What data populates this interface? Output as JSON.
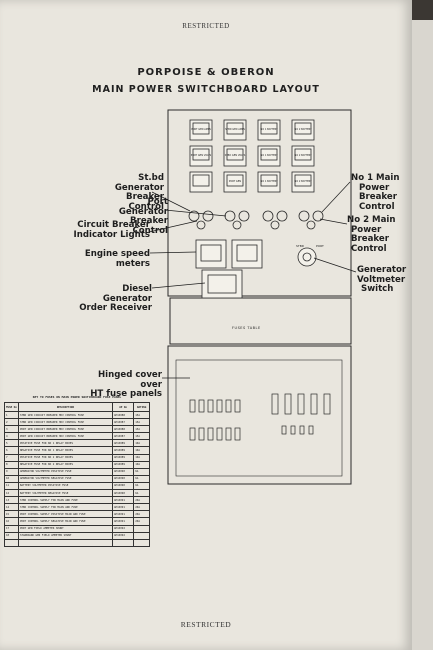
{
  "header": {
    "top": "RESTRICTED",
    "bottom": "RESTRICTED"
  },
  "title": {
    "line1": "PORPOISE & OBERON",
    "line2": "MAIN POWER SWITCHBOARD LAYOUT"
  },
  "labels": {
    "stbd_gen": [
      "St.bd Generator",
      "Breaker Control"
    ],
    "port_gen": [
      "Port Generator",
      "Breaker Control"
    ],
    "cb_lights": [
      "Circuit Breaker",
      "Indicator Lights"
    ],
    "engine_speed": [
      "Engine speed",
      "meters"
    ],
    "diesel_order": [
      "Diesel Generator",
      "Order Receiver"
    ],
    "hinged_cover": [
      "Hinged cover over",
      "HT fuse panels"
    ],
    "no1_main": [
      "No 1 Main",
      "Power",
      "Breaker",
      "Control"
    ],
    "no2_main": [
      "No 2 Main",
      "Power",
      "Breaker",
      "Control"
    ],
    "gen_voltmeter": [
      "Generator",
      "Voltmeter",
      "Switch"
    ]
  },
  "panel": {
    "meters": [
      [
        "PORT GEN AMPS",
        "STBD GEN AMPS",
        "NO 1 BATTERY",
        "NO 2 BATTERY"
      ],
      [
        "PORT GEN VOLTS",
        "STBD GEN VOLTS",
        "NO 1 BATTERY",
        "NO 2 BATTERY"
      ],
      [
        "",
        "PORT GEN",
        "NO 1 BATTERY",
        "NO 2 BATTERY"
      ]
    ],
    "fuses_label": "FUSES TABLE",
    "switch_labels": [
      "PORT",
      "STBD"
    ]
  },
  "fuse_table": {
    "caption": "KEY TO FUSES ON MAIN POWER SWITCHBOARD FUSE PANEL",
    "columns": [
      "FUSE No",
      "DESCRIPTION",
      "AP No",
      "RATING"
    ],
    "rows": [
      [
        "1",
        "STBD GEN CIRCUIT BREAKER MOV CONTROL FUSE",
        "AP10088",
        "15A"
      ],
      [
        "2",
        "STBD GEN CIRCUIT BREAKER HOV CONTROL FUSE",
        "AP10087",
        "15A"
      ],
      [
        "3",
        "PORT GEN CIRCUIT BREAKER MOV CONTROL FUSE",
        "AP10088",
        "15A"
      ],
      [
        "4",
        "PORT GEN CIRCUIT BREAKER HOV CONTROL FUSE",
        "AP10087",
        "15A"
      ],
      [
        "5",
        "POSITIVE FUSE FOR NO 1 RELAY BOXES",
        "AP10089",
        "10A"
      ],
      [
        "6",
        "NEGATIVE FUSE FOR NO 1 RELAY BOXES",
        "AP10089",
        "10A"
      ],
      [
        "7",
        "POSITIVE FUSE FOR NO 2 RELAY BOXES",
        "AP10089",
        "10A"
      ],
      [
        "8",
        "NEGATIVE FUSE FOR NO 2 RELAY BOXES",
        "AP10089",
        "10A"
      ],
      [
        "9",
        "GENERATOR VOLTMETER POSITIVE FUSE",
        "AP10090",
        "6A"
      ],
      [
        "10",
        "GENERATOR VOLTMETER NEGATIVE FUSE",
        "AP10090",
        "6A"
      ],
      [
        "11",
        "BATTERY VOLTMETER POSITIVE FUSE",
        "AP10090",
        "6A"
      ],
      [
        "12",
        "BATTERY VOLTMETER NEGATIVE FUSE",
        "AP10090",
        "6A"
      ],
      [
        "13",
        "STBD CONTROL SUPPLY FOR MAIN AND FUSE",
        "AP10091",
        "20A"
      ],
      [
        "14",
        "STBD CONTROL SUPPLY FOR MAIN AND FUSE",
        "AP10091",
        "20A"
      ],
      [
        "15",
        "PORT CONTROL SUPPLY POSITIVE MAIN AND FUSE",
        "AP10091",
        "20A"
      ],
      [
        "16",
        "PORT CONTROL SUPPLY NEGATIVE MAIN AND FUSE",
        "AP10091",
        "20A"
      ],
      [
        "17",
        "PORT GEN FIELD AMMETER SHUNT",
        "AP10092",
        ""
      ],
      [
        "18",
        "STARBOARD GEN FIELD AMMETER SHUNT",
        "AP10092",
        ""
      ],
      [
        "",
        "",
        "",
        ""
      ]
    ]
  }
}
